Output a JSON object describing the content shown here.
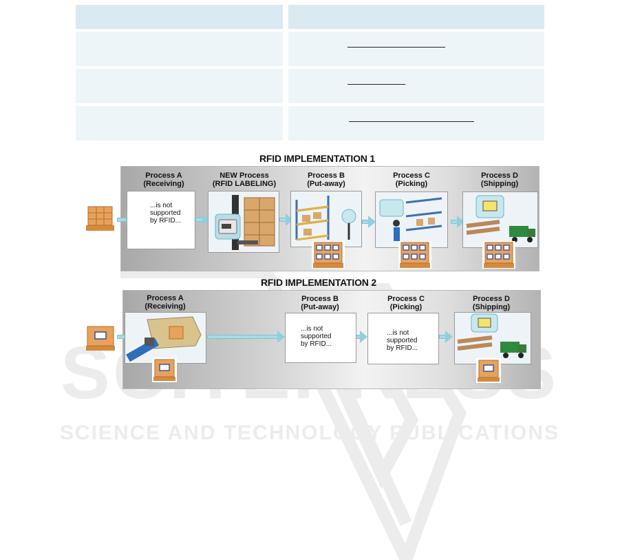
{
  "impl1": {
    "title": "RFID IMPLEMENTATION 1",
    "processes": [
      {
        "title": "Process A",
        "subtitle": "(Receiving)",
        "box_text": [
          "...is not",
          "supported",
          "by RFID..."
        ]
      },
      {
        "title": "NEW Process",
        "subtitle": "(RFID LABELING)"
      },
      {
        "title": "Process B",
        "subtitle": "(Put-away)"
      },
      {
        "title": "Process C",
        "subtitle": "(Picking)"
      },
      {
        "title": "Process D",
        "subtitle": "(Shipping)"
      }
    ]
  },
  "impl2": {
    "title": "RFID IMPLEMENTATION 2",
    "processes": [
      {
        "title": "Process A",
        "subtitle": "(Receiving)"
      },
      {
        "title": "Process B",
        "subtitle": "(Put-away)",
        "box_text": [
          "...is not",
          "supported",
          "by RFID..."
        ]
      },
      {
        "title": "Process C",
        "subtitle": "(Picking)",
        "box_text": [
          "...is not",
          "supported",
          "by RFID..."
        ]
      },
      {
        "title": "Process D",
        "subtitle": "(Shipping)"
      }
    ]
  },
  "watermark": {
    "brand": "SCITEPRESS",
    "tagline": "SCIENCE AND TECHNOLOGY PUBLICATIONS"
  },
  "colors": {
    "arrow_fill": "#a7dbe6",
    "table_header": "#dbe9f2",
    "table_row": "#eef5f8",
    "pallet_orange": "#e8a25a",
    "tag_blue": "#3a56a6"
  },
  "icons": [
    "box-pallet-icon",
    "tagged-pallet-icon",
    "printer-icon",
    "forklift-icon",
    "warehouse-rack-icon",
    "worker-icon",
    "truck-icon",
    "conveyor-icon",
    "rfid-tag-icon"
  ]
}
